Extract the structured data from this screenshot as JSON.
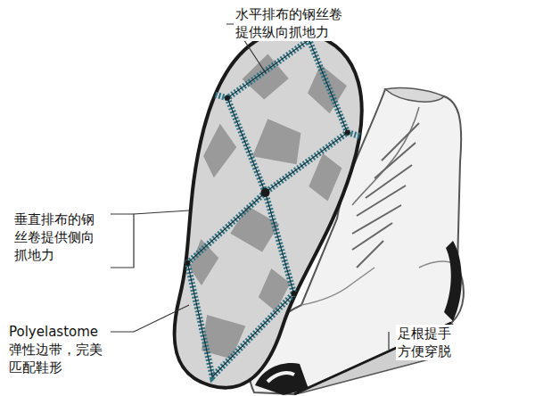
{
  "diagram": {
    "labels": [
      "水平排布的钢丝卷 提供纵向抓地力",
      "垂直排布的钢 丝卷提供侧向 抓地力",
      "Polyelastome 弹性边带，完美 匹配鞋形",
      "足根提手 方便穿脱"
    ]
  }
}
